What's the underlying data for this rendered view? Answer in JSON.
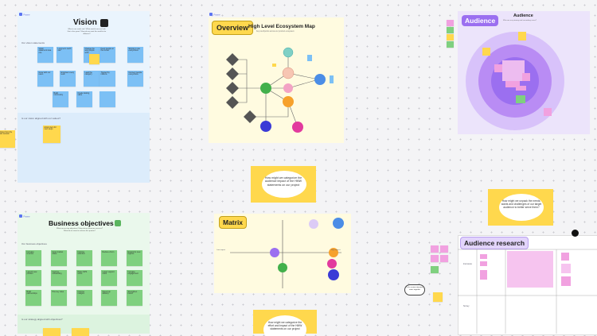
{
  "vision": {
    "title": "Vision",
    "desc": "What is our north star? What would success look like in five years? How do we want the world to be different?",
    "section_main": "Our vision statements",
    "section_lower": "Is our vision aligned with our values?",
    "notes": [
      "Vision statement idea one",
      "Long term north star",
      "Change the way people work",
      "Keep people at the center",
      "Simple to use everywhere",
      "Grow with our users",
      "Empower every team",
      "Lead the category",
      "Trusted by millions",
      "Connect people everywhere",
      "Build community",
      "Create lasting value"
    ],
    "lower_note": "Action item for next steps"
  },
  "overview": {
    "tag": "Overview",
    "title": "High Level Ecosystem Map",
    "subtitle": "Key touchpoints across our product ecosystem"
  },
  "audience": {
    "tag": "Audience",
    "title": "Audience",
    "subtitle": "Who are our primary and secondary users?"
  },
  "business": {
    "title": "Business objectives",
    "desc": "What are our top objectives? How do we measure success? What do we want to achieve this quarter?",
    "section_main": "Our business objectives",
    "section_lower": "Is our strategy aligned with objectives?",
    "notes": [
      "Increase revenue",
      "Grow market share",
      "Improve retention",
      "Reduce churn",
      "Expand to new regions",
      "Launch new product",
      "Improve onboarding",
      "Raise NPS score",
      "Lower support costs",
      "Increase engagement",
      "Build partnerships",
      "Hire key roles",
      "Improve margins",
      "Speed up delivery",
      "Strengthen brand"
    ]
  },
  "matrix": {
    "tag": "Matrix",
    "hmw_top": "How might we categorize the audience impact of the HMW statements on our project",
    "hmw_bottom": "How might we categorize the effort and impact of the HMW statements on our project",
    "axis_left": "Low impact",
    "axis_right": "High impact"
  },
  "research": {
    "tag": "Audience research",
    "hmw": "How might we unpack the needs, wants and challenges of our target audience to better serve them?",
    "label_interviews": "Interviews",
    "label_survey": "Survey",
    "callout": "Let's review interview notes together"
  },
  "left_note": "Notes from the last session",
  "colors": {
    "yellow": "#fff3b8",
    "blue": "#dcecfb",
    "green": "#dcf3df",
    "purple": "#ece4fb",
    "accent": "#9b6ff0"
  }
}
